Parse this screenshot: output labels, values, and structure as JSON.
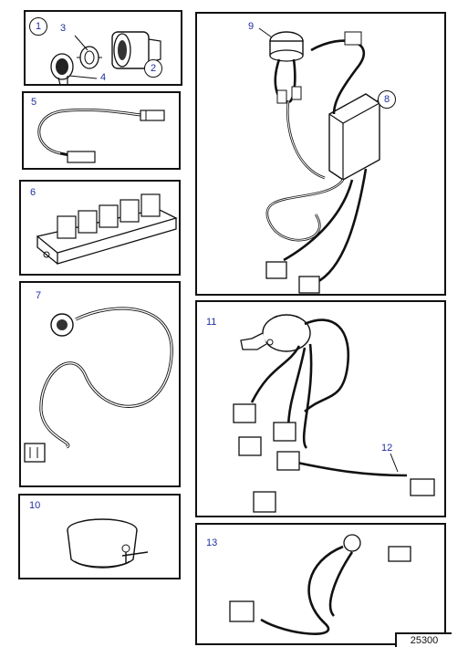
{
  "labels": {
    "p1": "1",
    "p2": "2",
    "p3": "3",
    "p4": "4",
    "p5": "5",
    "p6": "6",
    "p7": "7",
    "p8": "8",
    "p9": "9",
    "p10": "10",
    "p11": "11",
    "p12": "12",
    "p13": "13"
  },
  "reference": "25300"
}
